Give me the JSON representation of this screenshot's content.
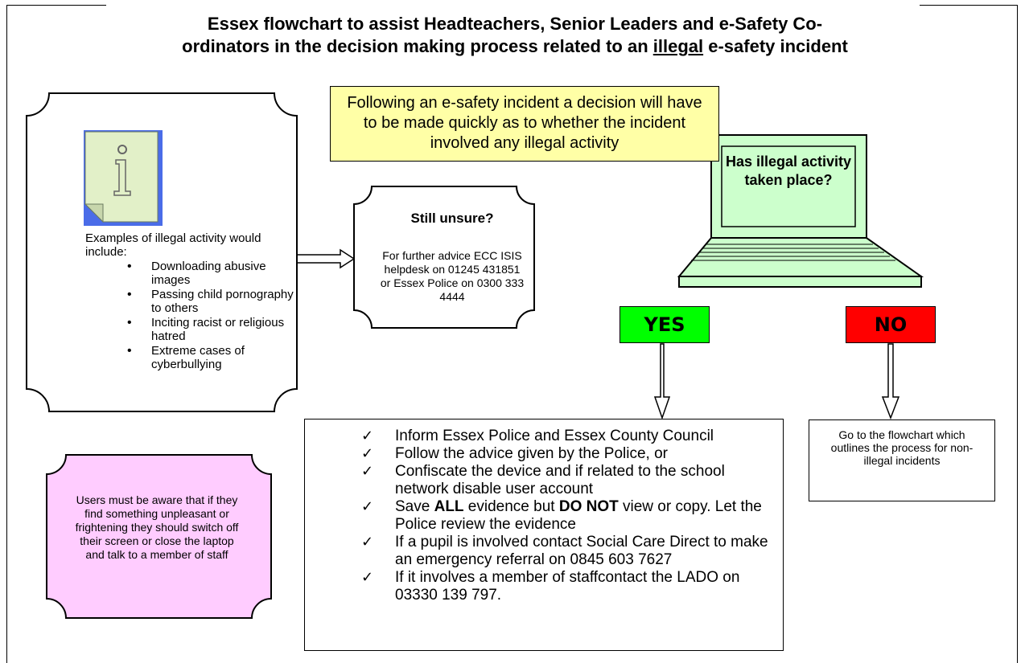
{
  "title": {
    "line1": "Essex flowchart to assist Headteachers, Senior Leaders and e-Safety Co-",
    "line2_pre": "ordinators in the decision making process related to an ",
    "line2_underlined": "illegal",
    "line2_post": " e-safety incident"
  },
  "intro": "Following an e-safety incident a decision will have to be made quickly as to whether the incident involved any illegal activity",
  "examples": {
    "heading": "Examples of illegal activity would include:",
    "items": [
      "Downloading abusive images",
      "Passing child pornography to others",
      "Inciting racist or religious hatred",
      "Extreme cases of cyberbullying"
    ],
    "icon": "information-note-icon"
  },
  "unsure": {
    "title": "Still unsure?",
    "body": "For further advice ECC ISIS helpdesk on 01245 431851 or Essex Police on 0300 333 4444"
  },
  "question": "Has illegal activity taken place?",
  "yes_label": "YES",
  "no_label": "NO",
  "actions": [
    {
      "pre": "Inform Essex Police and Essex County Council",
      "bold": "",
      "mid": "",
      "bold2": "",
      "post": ""
    },
    {
      "pre": "Follow the advice given by the Police, or",
      "bold": "",
      "mid": "",
      "bold2": "",
      "post": ""
    },
    {
      "pre": "Confiscate the device and if related to the school network disable user account",
      "bold": "",
      "mid": "",
      "bold2": "",
      "post": ""
    },
    {
      "pre": "Save ",
      "bold": "ALL",
      "mid": " evidence but ",
      "bold2": "DO NOT",
      "post": " view or copy. Let the Police review the evidence"
    },
    {
      "pre": "If a pupil is involved contact Social Care Direct to make an emergency referral on 0845 603 7627",
      "bold": "",
      "mid": "",
      "bold2": "",
      "post": ""
    },
    {
      "pre": "If it involves a member of staffcontact the LADO on 03330 139 797.",
      "bold": "",
      "mid": "",
      "bold2": "",
      "post": ""
    }
  ],
  "tick_symbol": "✓",
  "non_illegal": "Go to the flowchart which outlines the process for non-illegal incidents",
  "warning": "Users must be aware that if they find something unpleasant or frightening they should switch off their screen or close the laptop and talk to a member of staff",
  "colors": {
    "intro_bg": "#ffffa6",
    "laptop_bg": "#ccffcc",
    "yes_bg": "#00ff00",
    "no_bg": "#ff0000",
    "warning_bg": "#ffccff",
    "icon_note": "#e2f0c8",
    "icon_shadow": "#4a6ce8"
  }
}
